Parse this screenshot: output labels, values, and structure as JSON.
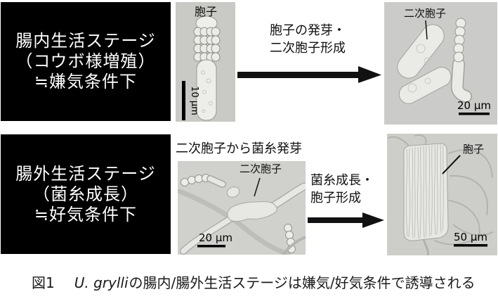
{
  "figure": {
    "caption": {
      "number": "図1",
      "species": "U. grylli",
      "rest": "の腸内/腸外生活ステージは嫌気/好気条件で誘導される"
    },
    "top_row": {
      "stage_box_lines": [
        "腸内生活ステージ",
        "（コウボ様増殖）",
        "≒嫌気条件下"
      ],
      "spore_image": {
        "label": "胞子",
        "scale_bar": "10 µm"
      },
      "arrow_label_lines": [
        "胞子の発芽・",
        "二次胞子形成"
      ],
      "secondary_spore_image": {
        "label": "二次胞子",
        "scale_bar": "20 µm"
      }
    },
    "bottom_row": {
      "stage_box_lines": [
        "腸外生活ステージ",
        "（菌糸成長）",
        "≒好気条件下"
      ],
      "germination_title": "二次胞子から菌糸発芽",
      "germination_image": {
        "label": "二次胞子",
        "scale_bar": "20 µm"
      },
      "arrow_label_lines": [
        "菌糸成長・",
        "胞子形成"
      ],
      "sporulation_image": {
        "label": "胞子",
        "scale_bar": "50 µm"
      }
    },
    "colors": {
      "stage_box_bg": "#000000",
      "stage_box_text": "#ffffff",
      "micrograph_bg": "#cbcbc7",
      "cell_fill": "#eaeae6",
      "cell_stroke": "#9b9b95",
      "arrow": "#111111",
      "caption_text": "#1a1a1a"
    }
  }
}
